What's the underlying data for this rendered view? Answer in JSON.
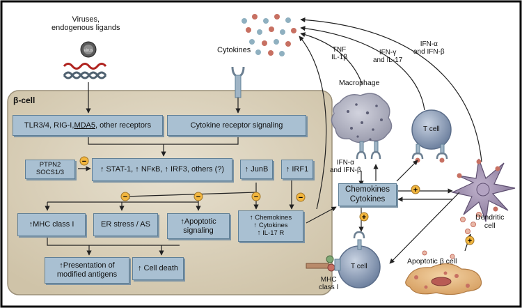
{
  "diagram": {
    "beta_cell_label": "β-cell",
    "triggers": [
      "Viruses,",
      "endogenous ligands"
    ],
    "viral_particle_text": "virus",
    "cytokines_label": "Cytokines",
    "tnf_label": [
      "TNF",
      "IL-1β"
    ],
    "ifng_label": [
      "IFN-γ",
      "and IL-17"
    ],
    "ifna_top_label": [
      "IFN-α",
      "and IFN-β"
    ],
    "macrophage_label": "Macrophage",
    "ifna_mid_label": [
      "IFN-α",
      "and IFN-β"
    ],
    "tcell_right_label": "T cell",
    "tcell_bottom_label": "T cell",
    "mhc_label": [
      "MHC",
      "class I"
    ],
    "dendritic_label": [
      "Dendritic",
      "cell"
    ],
    "apoptotic_label": "Apoptotic β cell",
    "boxes": {
      "receptors": {
        "part1": "TLR3/4,  RIG-I, ",
        "part2": "MDA5",
        "part3": ",  other receptors"
      },
      "cytokine_signaling": "Cytokine receptor signaling",
      "ptpn2": [
        "PTPN2",
        "SOCS1/3"
      ],
      "stat": "↑ STAT-1, ↑ NFκB, ↑ IRF3, others (?)",
      "junb": "↑ JunB",
      "irf1": "↑ IRF1",
      "mhc": "↑MHC class I",
      "er_stress": "ER stress / AS",
      "apoptotic": [
        "↑Apoptotic",
        "signaling"
      ],
      "chemokines_small": [
        "↑ Chemokines",
        "↑ Cytokines",
        "↑ IL-17 R"
      ],
      "presentation": [
        "↑Presentation of",
        "modified antigens"
      ],
      "cell_death": "↑ Cell death",
      "chemokines_big": [
        "Chemokines",
        "Cytokines"
      ]
    },
    "signs": {
      "minus": "−",
      "plus": "+"
    }
  },
  "colors": {
    "panel": "#d9d0bd",
    "box": "#a9c0d2",
    "rna": "#b0231f",
    "dna": "#4f6170",
    "dot_red": "#c77062",
    "dot_blue": "#8fb0c0",
    "macrophage": "#b8b9c7",
    "tcell": "#8f9fb8",
    "dendritic": "#9a8aa8",
    "apoptotic": "#e0b27d",
    "sign": "#f2b63f"
  }
}
